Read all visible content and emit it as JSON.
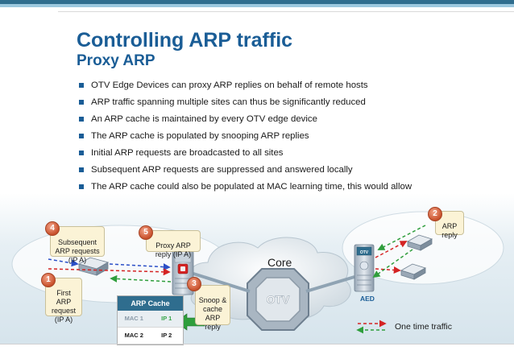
{
  "slide": {
    "title": "Controlling ARP traffic",
    "subtitle": "Proxy ARP",
    "bullets": [
      "OTV Edge Devices can proxy ARP replies on behalf of remote hosts",
      "ARP traffic spanning multiple sites can thus be significantly reduced",
      "An ARP cache is maintained by every OTV edge device",
      "The ARP cache is populated by snooping ARP replies",
      "Initial ARP requests are broadcasted to all sites",
      "Subsequent ARP requests are suppressed and answered locally",
      "The ARP cache could also be populated at MAC learning time, this would allow the suppression of all ARP related broadcast"
    ]
  },
  "diagram": {
    "steps": [
      {
        "number": "1",
        "text": "First\nARP\nrequest\n(IP A)"
      },
      {
        "number": "2",
        "text": "ARP\nreply"
      },
      {
        "number": "3",
        "text": "Snoop &\ncache\nARP\nreply"
      },
      {
        "number": "4",
        "text": "Subsequent\nARP requests\n(IP A)"
      },
      {
        "number": "5",
        "text": "Proxy ARP\nreply (IP A)"
      }
    ],
    "core_label": "Core",
    "aed_label": "AED",
    "otv_logo_text": "OTV",
    "device_label": "OTV",
    "legend_label": "One time traffic",
    "arp_cache": {
      "title": "ARP Cache",
      "rows": [
        {
          "mac": "MAC 1",
          "ip": "IP 1"
        },
        {
          "mac": "MAC 2",
          "ip": "IP 2"
        }
      ]
    },
    "colors": {
      "primary": "#1a5d96",
      "arrow_blue": "#2b4fc7",
      "arrow_green": "#2f9e3c",
      "arrow_red": "#d42323",
      "badge": "#c8502b",
      "callout_fill": "#fbf3d6"
    }
  }
}
